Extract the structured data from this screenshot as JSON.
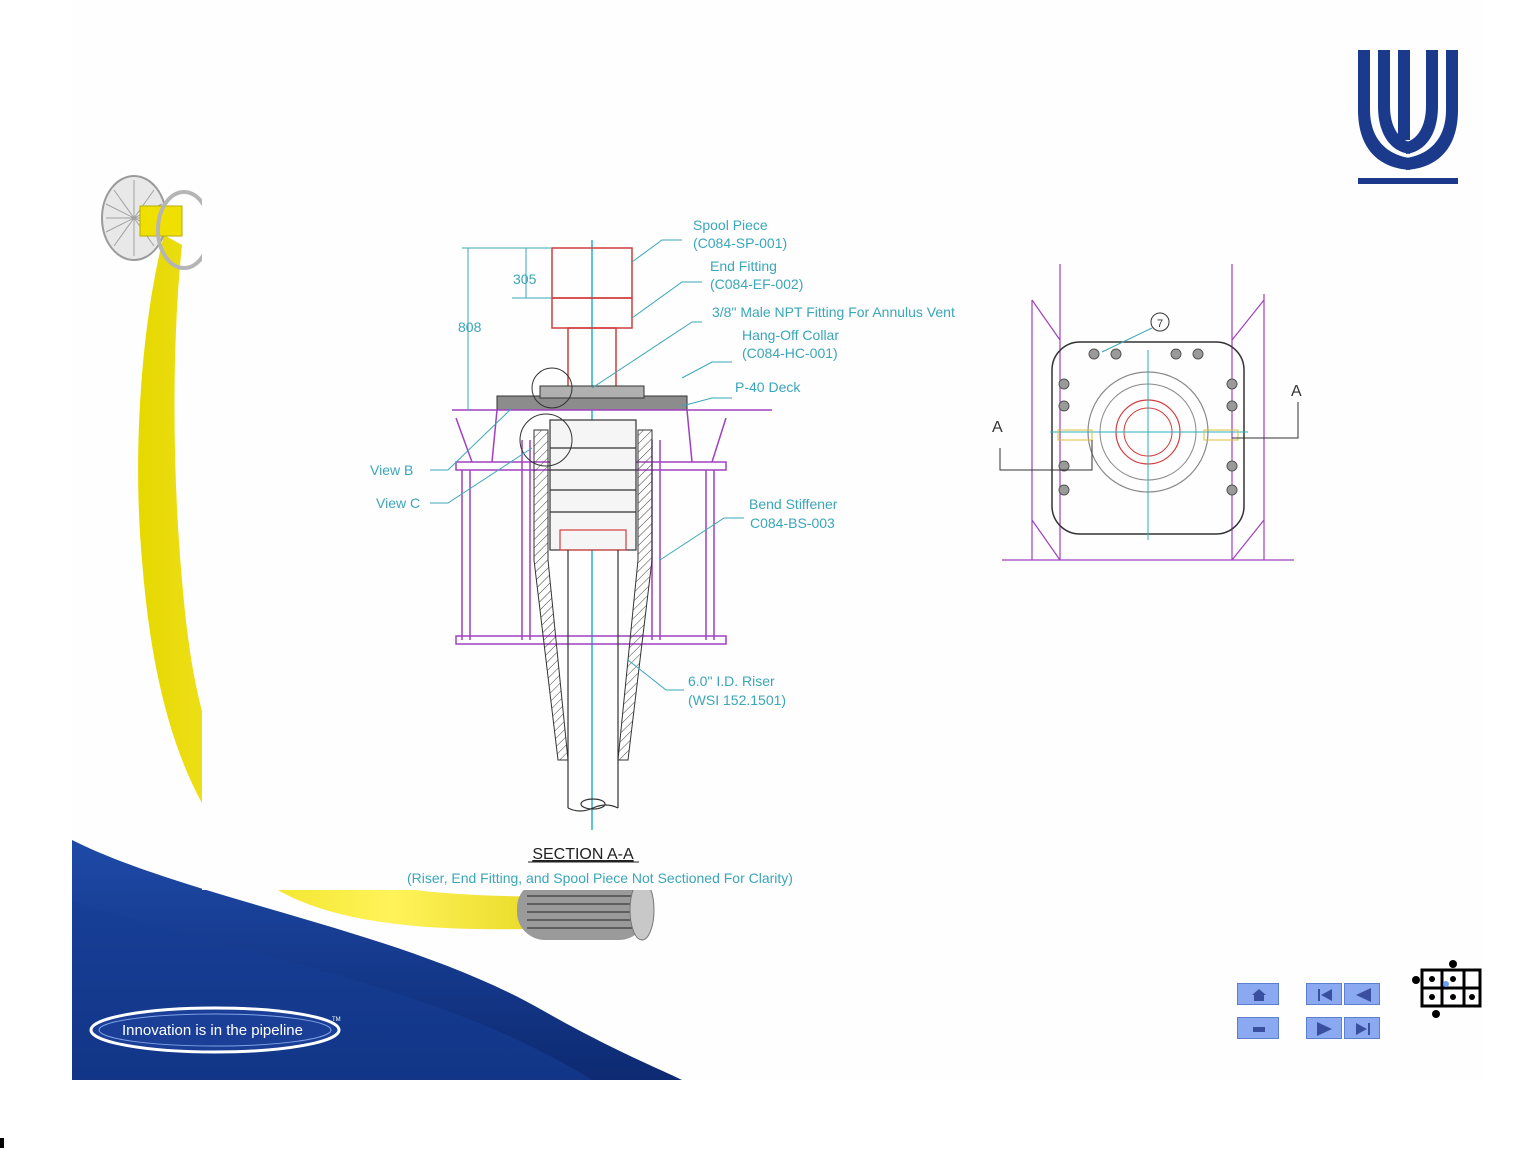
{
  "branding": {
    "tagline": "Innovation is in the pipeline",
    "trademark": "TM",
    "logo_icon": "wellstream-logo-icon",
    "accent_yellow": "#f5ea16",
    "accent_blue": "#1b3a8c"
  },
  "section_view": {
    "callouts": {
      "spool_piece": "Spool Piece",
      "spool_piece_ref": "(C084-SP-001)",
      "end_fitting": "End Fitting",
      "end_fitting_ref": "(C084-EF-002)",
      "npt_fitting": "3/8\" Male NPT Fitting For Annulus Vent",
      "hang_off_collar": "Hang-Off Collar",
      "hang_off_collar_ref": "(C084-HC-001)",
      "p40_deck": "P-40 Deck",
      "view_b": "View B",
      "view_c": "View C",
      "bend_stiffener": "Bend Stiffener",
      "bend_stiffener_ref": "C084-BS-003",
      "riser": "6.0\" I.D. Riser",
      "riser_ref": "(WSI 152.1501)"
    },
    "dimensions": {
      "dim_305": "305",
      "dim_808": "808"
    },
    "title": "SECTION A-A",
    "subtitle": "(Riser, End Fitting, and Spool Piece Not Sectioned For Clarity)"
  },
  "plan_view": {
    "section_mark_left": "A",
    "section_mark_right": "A",
    "item_balloon": "7"
  },
  "navigation": {
    "home_icon": "home-icon",
    "return_icon": "return-icon",
    "first_icon": "first-slide-icon",
    "previous_icon": "previous-slide-icon",
    "next_icon": "next-slide-icon",
    "last_icon": "last-slide-icon",
    "puzzle_icon": "puzzle-icon"
  }
}
